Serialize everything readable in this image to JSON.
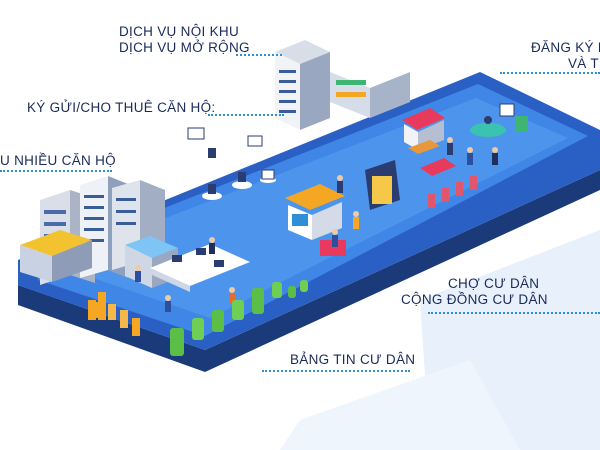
{
  "labels": {
    "noi_khu": "DỊCH VỤ NỘI KHU",
    "mo_rong": "DỊCH VỤ MỞ RỘNG",
    "ky_gui": "KÝ GỬI/CHO THUÊ CĂN HỘ:",
    "nhieu_can_ho": "U NHIỀU CĂN HỘ",
    "dang_ky_1": "ĐĂNG KÝ D",
    "dang_ky_2": "VÀ T",
    "cho_cu_dan": "CHỢ CƯ DÂN",
    "cong_dong": "CỘNG ĐỒNG CƯ DÂN",
    "bang_tin": "BẢNG TIN CƯ DÂN"
  },
  "colors": {
    "text": "#1a2a5a",
    "accent": "#2f8fd6",
    "phone_top": "#2d6bd6",
    "phone_edge": "#1b3a7a",
    "background": "#ffffff"
  },
  "icons": [
    "building-icon",
    "market-stall-icon",
    "person-icon",
    "tree-icon",
    "laptop-icon",
    "chart-icon"
  ]
}
